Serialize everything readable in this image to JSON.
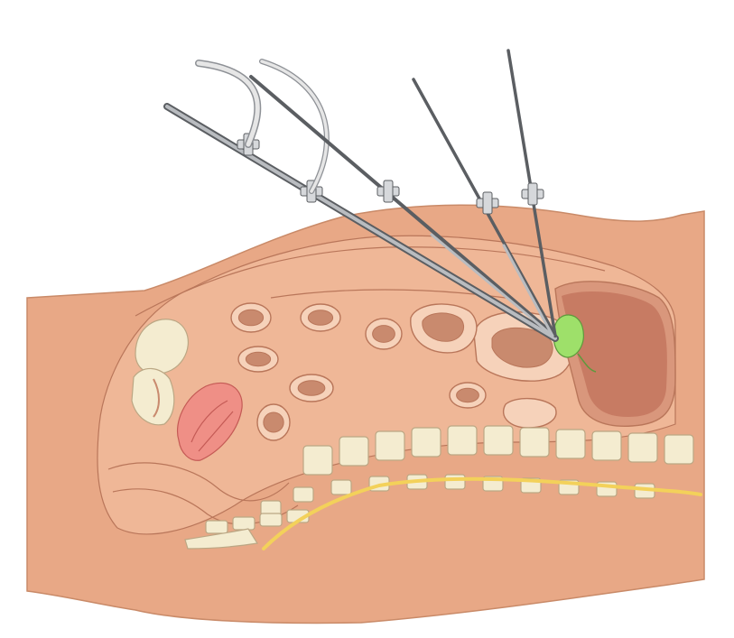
{
  "diagram": {
    "labels": [],
    "colors": {
      "skin": "#e8a886",
      "skin_stroke": "#c98a68",
      "cavity": "#efb797",
      "organ_stroke": "#b9765a",
      "bowel_ring": "#f6d2ba",
      "bowel_lumen": "#c98a6e",
      "liver": "#c77b63",
      "liver_light": "#d9977c",
      "gallbladder": "#9ee06a",
      "bone": "#f4ecd0",
      "bone_stroke": "#bba784",
      "spinal_cord": "#f3d15a",
      "uterus": "#ef8f86",
      "instrument": "#b9bcc0",
      "instrument_dark": "#5b5e62",
      "tube": "#e6e6e6"
    },
    "elements": [
      "body-silhouette",
      "abdominal-cavity",
      "liver",
      "gallbladder",
      "small-bowel-loops",
      "colon",
      "uterus",
      "bladder",
      "spine",
      "spinal-cord",
      "laparoscope",
      "grasper",
      "dissector",
      "trocar"
    ]
  }
}
